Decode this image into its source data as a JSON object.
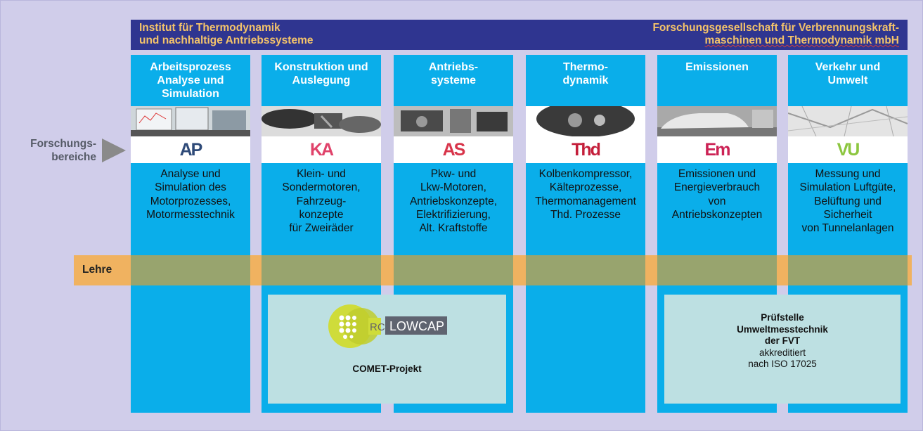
{
  "header": {
    "left_line1": "Institut für Thermodynamik",
    "left_line2": "und nachhaltige Antriebssysteme",
    "right_line1": "Forschungsgesellschaft für Verbrennungskraft-",
    "right_line2": "maschinen und Thermodynamik mbH"
  },
  "side_label": {
    "line1": "Forschungs-",
    "line2": "bereiche"
  },
  "columns": [
    {
      "title": [
        "Arbeitsprozess",
        "Analyse und",
        "Simulation"
      ],
      "logo": {
        "text": "AP",
        "color": "#2e4a78"
      },
      "desc": [
        "Analyse und",
        "Simulation des",
        "Motorprozesses,",
        "Motormesstechnik"
      ]
    },
    {
      "title": [
        "Konstruktion und",
        "Auslegung"
      ],
      "logo": {
        "text": "KA",
        "color": "#e0426a"
      },
      "desc": [
        "Klein- und",
        "Sondermotoren,",
        "Fahrzeug-",
        "konzepte",
        "für Zweiräder"
      ]
    },
    {
      "title": [
        "Antriebs-",
        "systeme"
      ],
      "logo": {
        "text": "AS",
        "color": "#d8344a"
      },
      "desc": [
        "Pkw- und",
        "Lkw-Motoren,",
        "Antriebskonzepte,",
        "Elektrifizierung,",
        "Alt. Kraftstoffe"
      ]
    },
    {
      "title": [
        "Thermo-",
        "dynamik"
      ],
      "logo": {
        "text": "Thd",
        "color": "#c41e3a"
      },
      "desc": [
        "Kolbenkompressor,",
        "Kälteprozesse,",
        "Thermomanagement",
        "Thd. Prozesse"
      ]
    },
    {
      "title": [
        "Emissionen"
      ],
      "logo": {
        "text": "Em",
        "color": "#cc2255"
      },
      "desc": [
        "Emissionen und",
        "Energieverbrauch",
        "von",
        "Antriebskonzepten"
      ]
    },
    {
      "title": [
        "Verkehr und",
        "Umwelt"
      ],
      "logo": {
        "text": "VU",
        "color": "#8cc63f"
      },
      "desc": [
        "Messung und",
        "Simulation Luftgüte,",
        "Belüftung und",
        "Sicherheit",
        "von Tunnelanlagen"
      ]
    }
  ],
  "lehre": {
    "label": "Lehre"
  },
  "comet_box": {
    "logo_rc": "RC",
    "logo_name": "LOWCAP",
    "title": "COMET-Projekt"
  },
  "pruef_box": {
    "bold": [
      "Prüfstelle",
      "Umweltmesstechnik",
      "der FVT"
    ],
    "normal": [
      "akkreditiert",
      "nach ISO 17025"
    ]
  }
}
